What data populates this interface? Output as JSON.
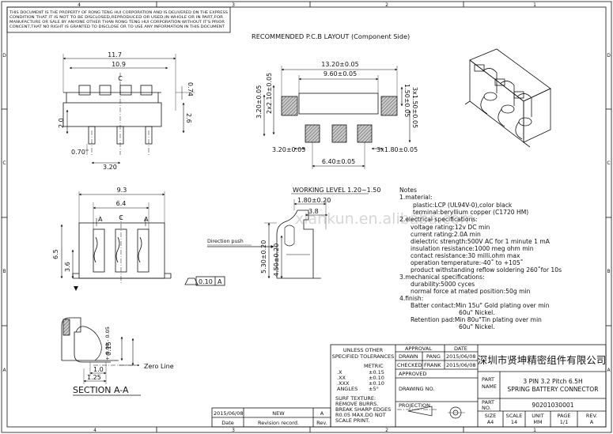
{
  "frame": {
    "top_zones": [
      "4",
      "3",
      "2",
      "1"
    ],
    "bottom_zones": [
      "4",
      "3",
      "2",
      "1"
    ],
    "left_zones": [
      "D",
      "C",
      "B",
      "A"
    ],
    "right_zones": [
      "D",
      "C",
      "B",
      "A"
    ]
  },
  "notice": [
    "THIS DOCUMENT IS THE PROPERTY OF RONG TENG HUI CORPORATION AND IS DELIVERED ON THE EXPRESS",
    "CONDITION THAT IT IS NOT TO BE DISCLOSED,REPRODUCED OR USED,IN WHOLE OR IN PART,FOR",
    "MANUFACTURE OR SALE BY ANYONE OTHER THAN RONG TENG HUI CORPORATION WITHOUT IT'S PRIOR",
    "CONCENT,THAT NO RIGHT IS GRANTED TO DISCLOSE OR TO USE ANY INFORMATION IN THIS DOCUMENT"
  ],
  "pcb": {
    "title": "RECOMMENDED P.C.B LAYOUT (Component Side)",
    "dims": {
      "d13_20": "13.20±0.05",
      "d9_60": "9.60±0.05",
      "d3_20v": "3.20±0.05",
      "d2x2_10": "2x2.10±0.05",
      "d1_50": "1.50±0.05",
      "d3x1_50": "3x1.50±0.05",
      "d3_20h": "3.20±0.05",
      "d3x1_80": "3x1.80±0.05",
      "d6_40": "6.40±0.05"
    }
  },
  "top_view": {
    "dims": {
      "d11_7": "11.7",
      "d10_9": "10.9",
      "d0_74": "0.74",
      "d2_0": "2.0",
      "d2_6": "2.6",
      "d0_70": "0.70",
      "d3_20": "3.20"
    },
    "c_mark": "C"
  },
  "front_view": {
    "dims": {
      "d9_3": "9.3",
      "d6_4": "6.4",
      "d6_5": "6.5",
      "d3_6": "3.6"
    },
    "marks": {
      "a_left": "A",
      "a_right": "A",
      "c": "C"
    },
    "tolerance": {
      "value": "0.10",
      "datum": "A"
    }
  },
  "side_view": {
    "working_level": "WORKING LEVEL 1.20~1.50",
    "dims": {
      "d1_80": "1.80±0.20",
      "d3_8": "3.8",
      "d5_30": "5.30±0.20",
      "d4_50": "4.50±0.20"
    },
    "direction_push": "Direction push"
  },
  "section": {
    "label": "SECTION A-A",
    "dims": {
      "d0_15": "0.15",
      "d0_005": "+ 0.00 - 0.05",
      "d1_0": "1.0",
      "d1_25": "1.25"
    },
    "zero_line": "Zero Line"
  },
  "notes": [
    "Notes",
    "1.material:",
    "plastic:LCP (UL94V-0),color black",
    "terminal:beryllium copper (C1720 HM)",
    "2.electrical specifications:",
    "voltage rating:12v DC min",
    "current rating:2.0A min",
    "dielectric strength:500V AC for 1 minute 1 mA",
    "insulation resistance:1000 meg ohm min",
    "contact resistance:30 milli.ohm max",
    "operation temperature:-40˚ to   +105˚",
    "product withstanding reflow soldering 260˚for 10s",
    "3.mechanical specifications:",
    "durability:5000 cyces",
    "normal force at mated position:50g min",
    "4.finish:",
    "Batter contact:Min 15u\" Gold plating over min",
    "60u\" Nickel.",
    "Retention pad:Min 80u\"Tin plating over min",
    "60u\" Nickel."
  ],
  "watermark": "xiankun.en.alibaba.com",
  "title_block": {
    "unless": [
      "UNLESS OTHER",
      "SPECIFIED TOLERANCES"
    ],
    "metric": "METRIC",
    "tolerances": [
      {
        "k": ".X",
        "v": "±0.15"
      },
      {
        "k": ".XX",
        "v": "±0.10"
      },
      {
        "k": ".XXX",
        "v": "±0.10"
      },
      {
        "k": "ANGLES",
        "v": "±5°"
      }
    ],
    "surf": [
      "SURF TEXTURE:",
      "REMOVE BURRS.",
      "BREAK SHARP EDGES",
      "R0.05 MAX.DO NOT",
      "SCALE PRINT."
    ],
    "approval": "APPROVAL",
    "date": "DATE",
    "drawn_label": "DRAWN",
    "drawn_name": "PANG",
    "drawn_date": "2015/06/08",
    "checked_label": "CHECKED",
    "checked_name": "FRANK",
    "checked_date": "2015/06/08",
    "approved": "APPROVED",
    "drawing_no": "DRAWING NO.",
    "projection": "PROJECTION",
    "company": "深圳市贤坤精密组件有限公司",
    "part_name_label": [
      "PART",
      "NAME"
    ],
    "part_name": [
      "3 PIN 3.2 Pitch 6.5H",
      "SPRING BATTERY CONNECTOR"
    ],
    "part_no_label": [
      "PART",
      "NO."
    ],
    "part_no": "90201030001",
    "footer": [
      {
        "h": "SIZE",
        "v": "A4"
      },
      {
        "h": "SCALE",
        "v": "14"
      },
      {
        "h": "UNIT",
        "v": "MM"
      },
      {
        "h": "PAGE",
        "v": "1/1"
      },
      {
        "h": "REV.",
        "v": "A"
      }
    ]
  },
  "revision": {
    "date_value": "2015/06/08",
    "record_value": "NEW",
    "rev_value": "A",
    "date_header": "Date",
    "record_header": "Revision record.",
    "rev_header": "Rev."
  }
}
